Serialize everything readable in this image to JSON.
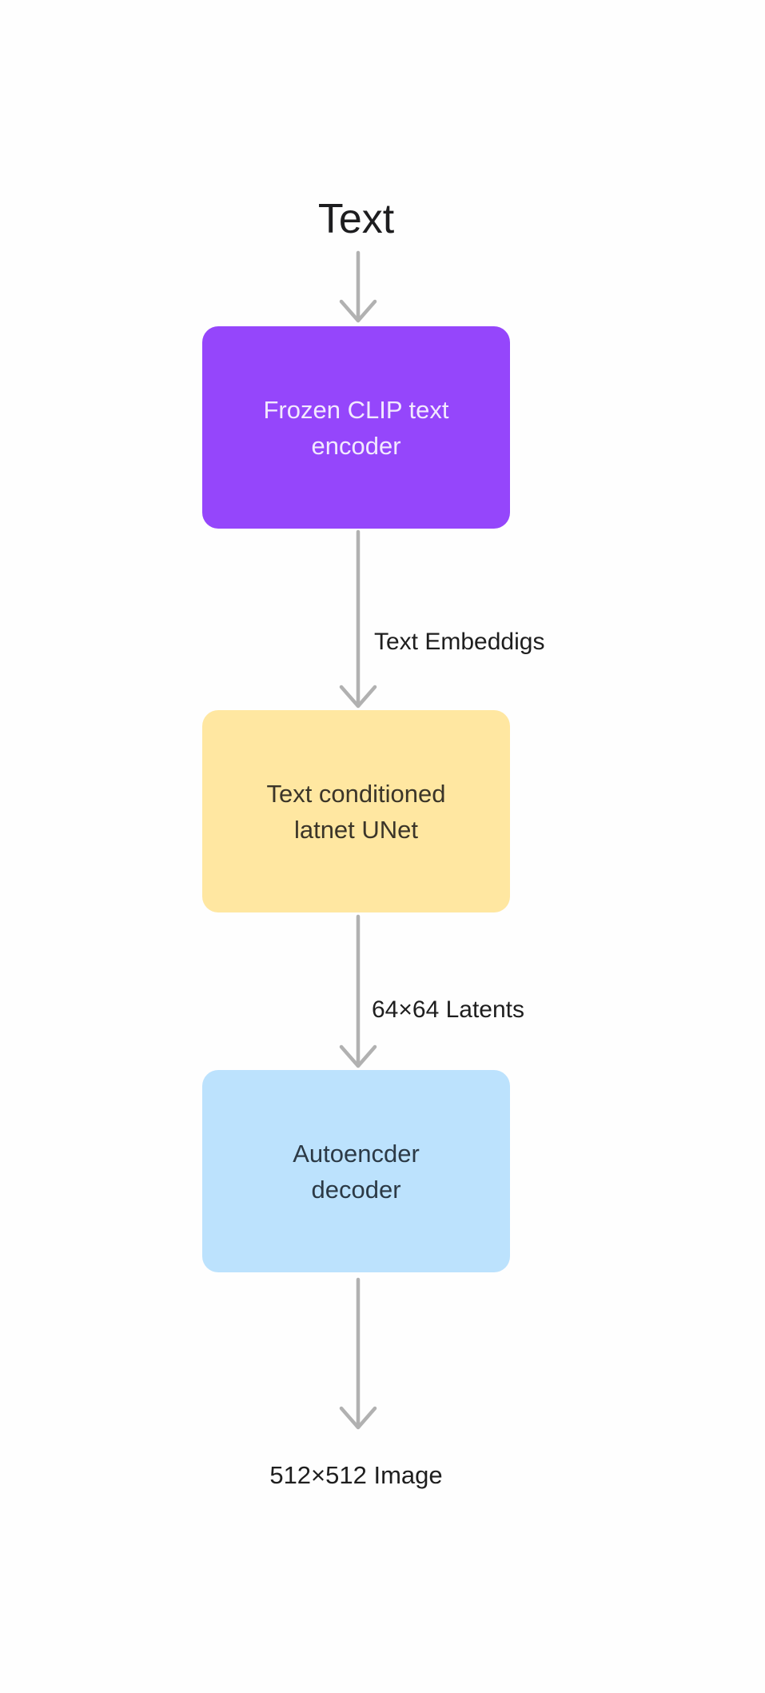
{
  "diagram": {
    "title": "Text",
    "background_color": "#FEFEFE",
    "arrow_color": "#B1B1B1",
    "text_color": "#1E1E1E",
    "nodes": [
      {
        "lines": [
          "Frozen CLIP text",
          "encoder"
        ],
        "fill": "#9546FB",
        "text_color": "#F2E9FE"
      },
      {
        "lines": [
          "Text conditioned",
          "latnet UNet"
        ],
        "fill": "#FFE7A1",
        "text_color": "#3B3529"
      },
      {
        "lines": [
          "Autoencder",
          "decoder"
        ],
        "fill": "#BCE2FD",
        "text_color": "#2C3A46"
      }
    ],
    "edge_labels": [
      "Text Embeddigs",
      "64×64 Latents"
    ],
    "output_label": "512×512 Image"
  }
}
